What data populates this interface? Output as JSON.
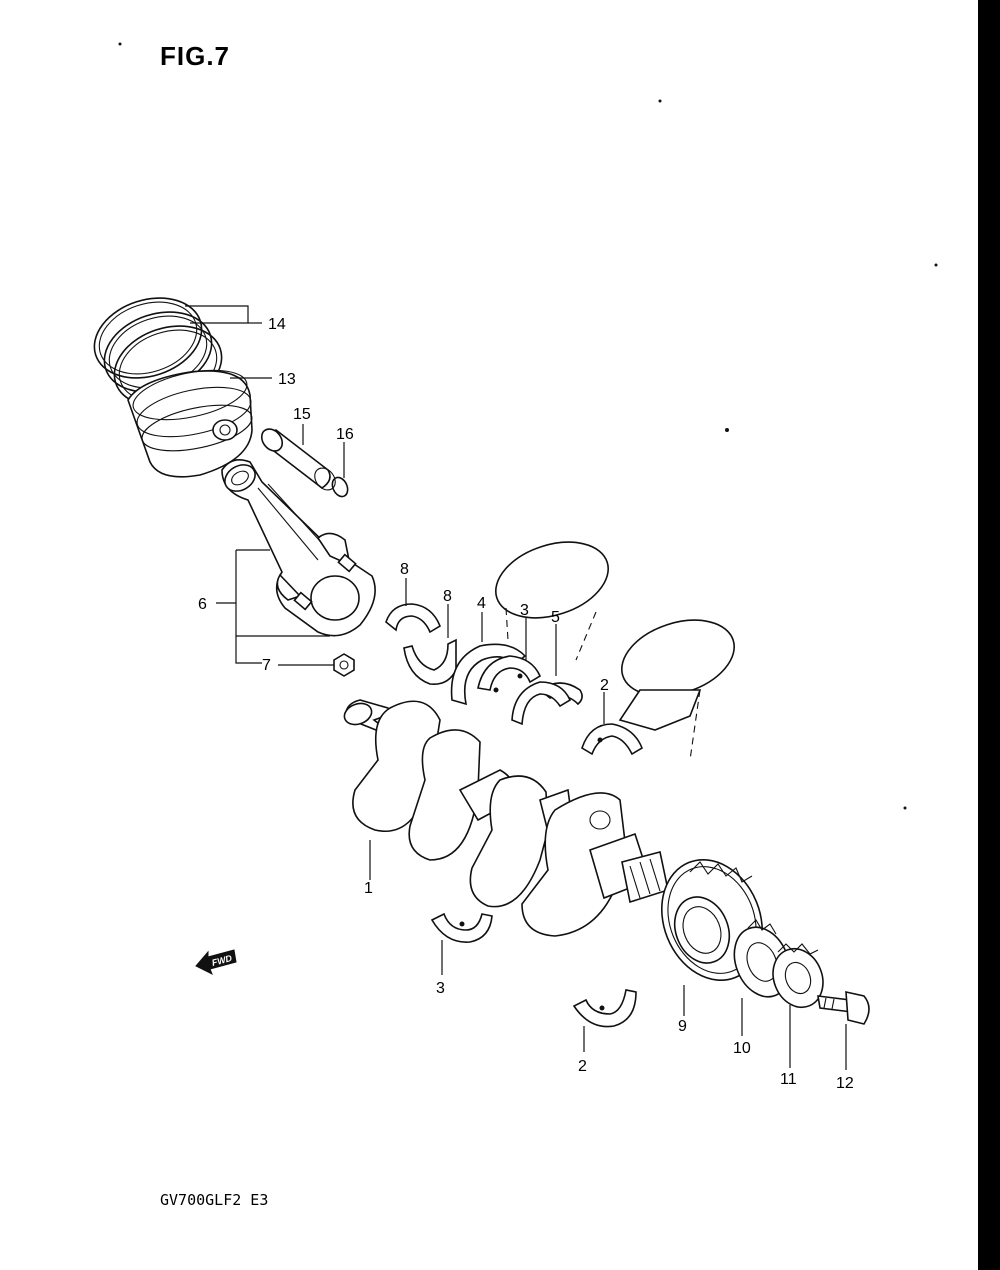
{
  "figure_title": "FIG.7",
  "model_code": "GV700GLF2  E3",
  "fwd_label": "FWD",
  "callouts": [
    {
      "id": "c1",
      "label": "1"
    },
    {
      "id": "c2a",
      "label": "2"
    },
    {
      "id": "c2b",
      "label": "2"
    },
    {
      "id": "c3a",
      "label": "3"
    },
    {
      "id": "c3b",
      "label": "3"
    },
    {
      "id": "c4",
      "label": "4"
    },
    {
      "id": "c5",
      "label": "5"
    },
    {
      "id": "c6",
      "label": "6"
    },
    {
      "id": "c7",
      "label": "7"
    },
    {
      "id": "c8a",
      "label": "8"
    },
    {
      "id": "c8b",
      "label": "8"
    },
    {
      "id": "c9",
      "label": "9"
    },
    {
      "id": "c10",
      "label": "10"
    },
    {
      "id": "c11",
      "label": "11"
    },
    {
      "id": "c12",
      "label": "12"
    },
    {
      "id": "c13",
      "label": "13"
    },
    {
      "id": "c14",
      "label": "14"
    },
    {
      "id": "c15",
      "label": "15"
    },
    {
      "id": "c16",
      "label": "16"
    }
  ]
}
